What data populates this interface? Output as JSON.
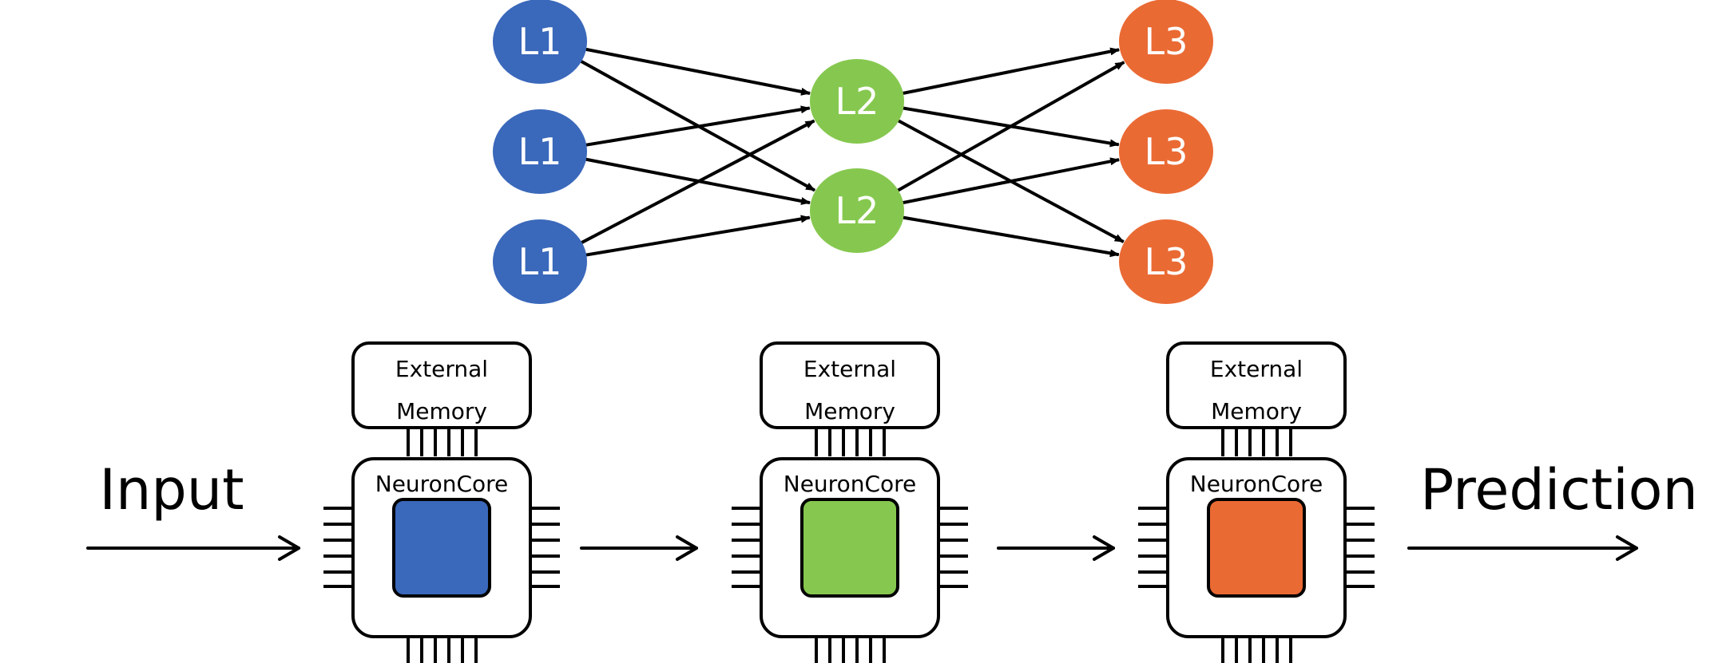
{
  "colors": {
    "layer1": "#3a68bb",
    "layer2": "#86c84f",
    "layer3": "#ea6a34",
    "stroke": "#000000",
    "background": "#ffffff",
    "node_text": "#ffffff"
  },
  "network": {
    "layers": [
      {
        "label": "L1",
        "count": 3,
        "color_key": "layer1"
      },
      {
        "label": "L2",
        "count": 2,
        "color_key": "layer2"
      },
      {
        "label": "L3",
        "count": 3,
        "color_key": "layer3"
      }
    ]
  },
  "pipeline": {
    "input_label": "Input",
    "output_label": "Prediction",
    "stages": [
      {
        "memory_line1": "External",
        "memory_line2": "Memory",
        "core_label": "NeuronCore",
        "color_key": "layer1"
      },
      {
        "memory_line1": "External",
        "memory_line2": "Memory",
        "core_label": "NeuronCore",
        "color_key": "layer2"
      },
      {
        "memory_line1": "External",
        "memory_line2": "Memory",
        "core_label": "NeuronCore",
        "color_key": "layer3"
      }
    ]
  }
}
